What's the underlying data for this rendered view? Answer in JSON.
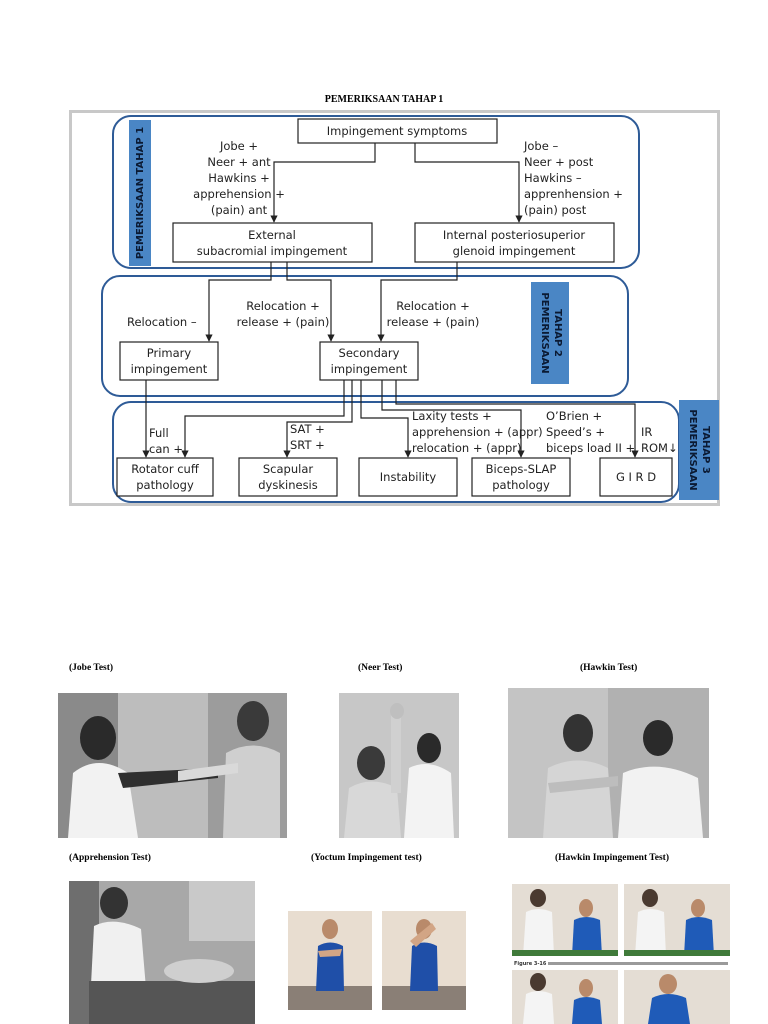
{
  "page_title": "PEMERIKSAAN TAHAP 1",
  "flowchart": {
    "stage1_label": "PEMERIKSAAN TAHAP 1",
    "stage2_label_line1": "PEMERIKSAAN",
    "stage2_label_line2": "TAHAP 2",
    "stage3_label_line1": "PEMERIKSAAN",
    "stage3_label_line2": "TAHAP 3",
    "impingement_symptoms": "Impingement symptoms",
    "left_criteria": [
      "Jobe +",
      "Neer + ant",
      "Hawkins +",
      "apprehension +",
      "(pain) ant"
    ],
    "right_criteria": [
      "Jobe –",
      "Neer + post",
      "Hawkins –",
      "apprenhension +",
      "(pain) post"
    ],
    "external_box": [
      "External",
      "subacromial impingement"
    ],
    "internal_box": [
      "Internal posteriosuperior",
      "glenoid impingement"
    ],
    "relocation_minus": "Relocation –",
    "relocation_plus_1": [
      "Relocation +",
      "release + (pain)"
    ],
    "relocation_plus_2": [
      "Relocation +",
      "release + (pain)"
    ],
    "primary_box": [
      "Primary",
      "impingement"
    ],
    "secondary_box": [
      "Secondary",
      "impingement"
    ],
    "full_can": [
      "Full",
      "can +"
    ],
    "sat_srt": [
      "SAT +",
      "SRT +"
    ],
    "laxity": [
      "Laxity tests +",
      "apprehension + (appr)",
      "relocation + (appr)"
    ],
    "obrien": [
      "O’Brien +",
      "Speed’s +",
      "biceps load II +"
    ],
    "ir_rom": [
      "IR",
      "ROM↓"
    ],
    "rotator_box": [
      "Rotator cuff",
      "pathology"
    ],
    "scapular_box": [
      "Scapular",
      "dyskinesis"
    ],
    "instability_box": "Instability",
    "biceps_box": [
      "Biceps-SLAP",
      "pathology"
    ],
    "gird_box": "G I R D",
    "colors": {
      "stage_border": "#2e5b97",
      "stage_label_bg": "#4a86c5",
      "frame": "#c8c8c8"
    }
  },
  "photos": {
    "jobe_caption": "(Jobe Test)",
    "neer_caption": "(Neer Test)",
    "hawkin_caption": "(Hawkin Test)",
    "apprehension_caption": "(Apprehension Test)",
    "yoctum_caption": "(Yoctum Impingement test)",
    "hawkin_impingement_caption": "(Hawkin Impingement Test)",
    "figure_caption": "Figure 3-16"
  }
}
